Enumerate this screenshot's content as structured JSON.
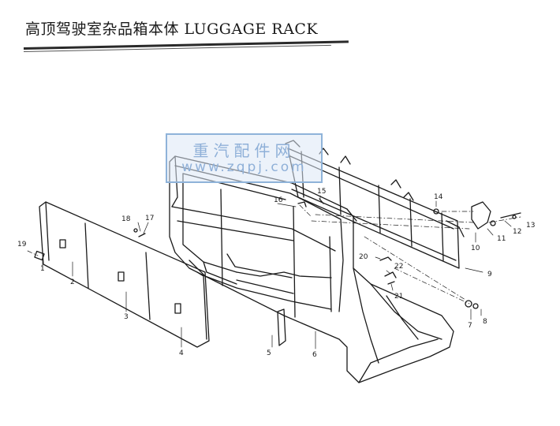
{
  "title": "高顶驾驶室杂品箱本体 LUGGAGE RACK",
  "watermark": {
    "chinese": "重汽配件网",
    "url": "www.zqpj.com"
  },
  "callouts": {
    "c1": "1",
    "c2": "2",
    "c3": "3",
    "c4": "4",
    "c5": "5",
    "c6": "6",
    "c7": "7",
    "c8": "8",
    "c9": "9",
    "c10": "10",
    "c11": "11",
    "c12": "12",
    "c13": "13",
    "c14": "14",
    "c15": "15",
    "c16": "16",
    "c17": "17",
    "c18": "18",
    "c19": "19",
    "c20": "20",
    "c21": "21",
    "c22": "22"
  },
  "colors": {
    "ink": "#1a1a1a",
    "watermark": "#8fb0d8"
  }
}
